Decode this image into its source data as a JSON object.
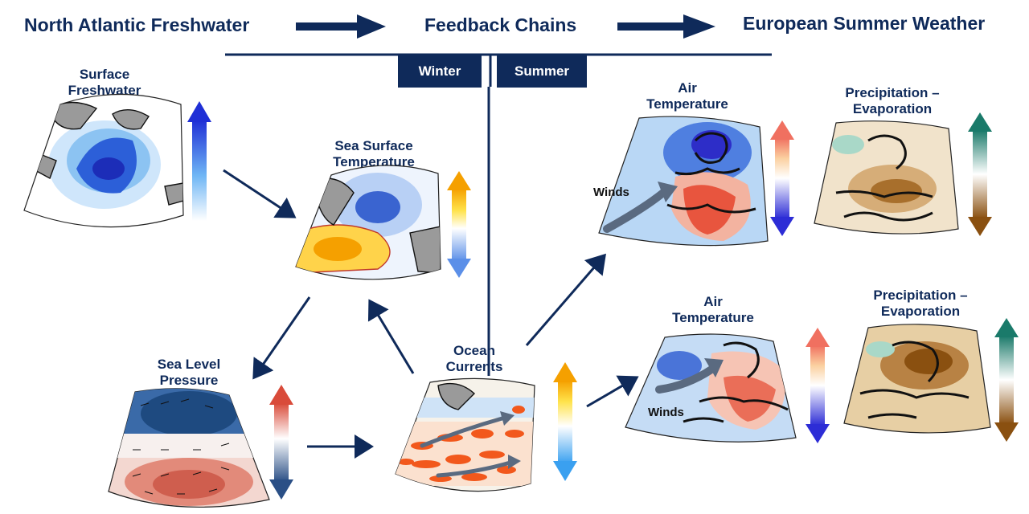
{
  "header": {
    "left": "North Atlantic Freshwater",
    "center": "Feedback Chains",
    "right": "European Summer Weather"
  },
  "seasons": {
    "winter": "Winter",
    "summer": "Summer"
  },
  "panels": {
    "surface_freshwater": {
      "line1": "Surface",
      "line2": "Freshwater"
    },
    "sst": {
      "line1": "Sea Surface",
      "line2": "Temperature"
    },
    "slp": {
      "line1": "Sea Level",
      "line2": "Pressure"
    },
    "ocean_currents": {
      "line1": "Ocean",
      "line2": "Currents"
    },
    "air_temp_upper": {
      "line1": "Air",
      "line2": "Temperature"
    },
    "pe_upper": {
      "line1": "Precipitation –",
      "line2": "Evaporation"
    },
    "air_temp_lower": {
      "line1": "Air",
      "line2": "Temperature"
    },
    "pe_lower": {
      "line1": "Precipitation –",
      "line2": "Evaporation"
    }
  },
  "winds_label_upper": "Winds",
  "winds_label_lower": "Winds",
  "colors": {
    "navy": "#0f2a5a",
    "blue_scale": [
      "#1f2fd6",
      "#6fb6f5",
      "#ffffff"
    ],
    "heat_scale": [
      "#f5a000",
      "#ffe24a",
      "#ffffff",
      "#5b8fe8"
    ],
    "diverging": [
      "#d94b3a",
      "#ffffff",
      "#2a4f86"
    ],
    "warmcool": [
      "#f07060",
      "#ffffff",
      "#2d2dd6"
    ],
    "pe_scale": [
      "#1a7a6a",
      "#ffffff",
      "#8a5010"
    ]
  }
}
